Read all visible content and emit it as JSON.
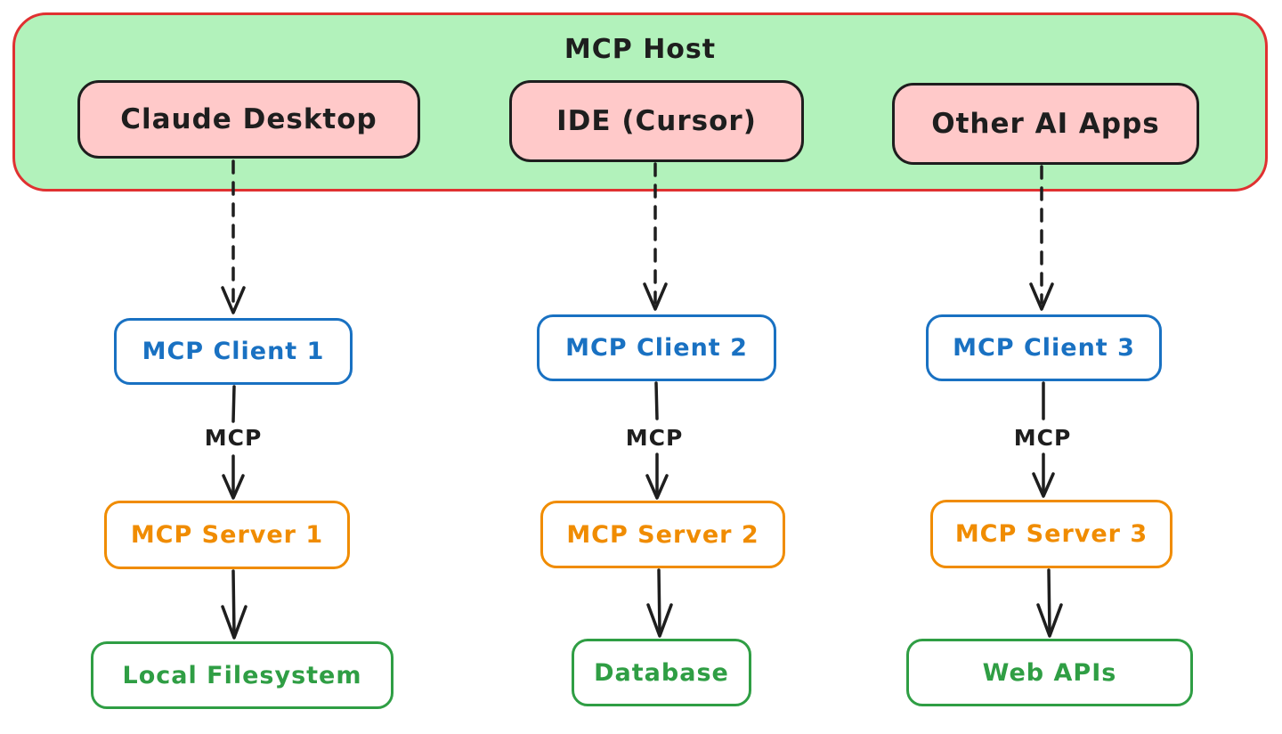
{
  "diagram": {
    "title": "MCP Host"
  },
  "columns": [
    {
      "app": "Claude Desktop",
      "client": "MCP Client 1",
      "protocol_label": "MCP",
      "server": "MCP Server 1",
      "resource": "Local Filesystem"
    },
    {
      "app": "IDE (Cursor)",
      "client": "MCP Client 2",
      "protocol_label": "MCP",
      "server": "MCP Server 2",
      "resource": "Database"
    },
    {
      "app": "Other AI Apps",
      "client": "MCP Client 3",
      "protocol_label": "MCP",
      "server": "MCP Server 3",
      "resource": "Web APIs"
    }
  ],
  "colors": {
    "host_fill": "#b2f2bb",
    "host_border": "#e03131",
    "app_fill": "#ffc9c9",
    "ink": "#1e1e1e",
    "client_accent": "#1971c2",
    "server_accent": "#f08c00",
    "resource_accent": "#2f9e44",
    "background": "#ffffff"
  }
}
